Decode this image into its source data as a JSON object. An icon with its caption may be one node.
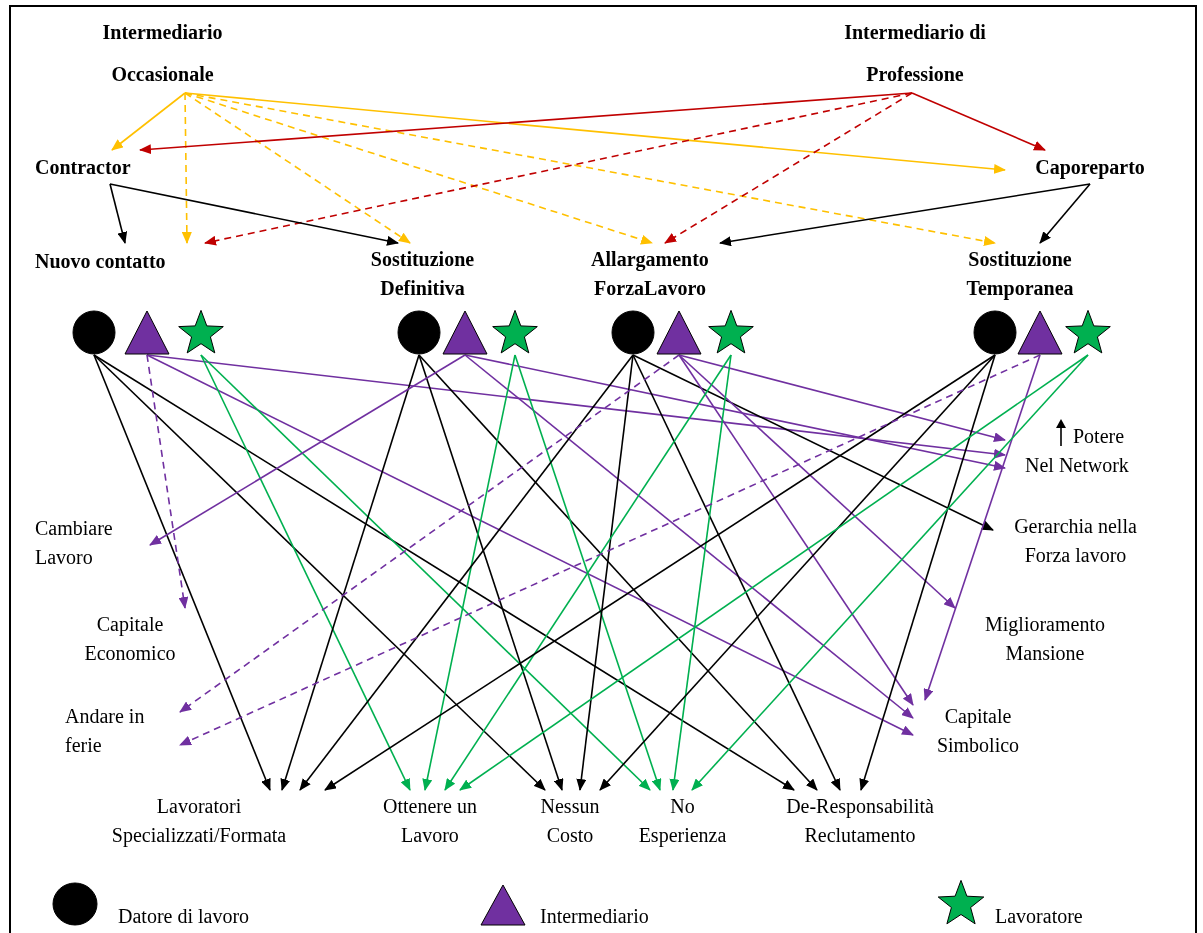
{
  "diagram": {
    "nodes": [
      {
        "text": [
          "Intermediario Occasionale"
        ]
      },
      {
        "text": [
          "Intermediario di Professione"
        ]
      },
      {
        "text": [
          "Contractor"
        ]
      },
      {
        "text": [
          "Caporeparto"
        ]
      },
      {
        "text": [
          "Nuovo contatto"
        ]
      },
      {
        "text": [
          "Sostituzione Definitiva"
        ]
      },
      {
        "text": [
          "Allargamento ForzaLavoro"
        ]
      },
      {
        "text": [
          "Sostituzione Temporanea"
        ]
      },
      {
        "text": [],
        "shape": "circle"
      },
      {
        "text": [],
        "shape": "triangle"
      },
      {
        "text": [],
        "shape": "star"
      },
      {
        "text": [],
        "shape": "circle"
      },
      {
        "text": [],
        "shape": "triangle"
      },
      {
        "text": [],
        "shape": "star"
      },
      {
        "text": [],
        "shape": "circle"
      },
      {
        "text": [],
        "shape": "triangle"
      },
      {
        "text": [],
        "shape": "star"
      },
      {
        "text": [],
        "shape": "circle"
      },
      {
        "text": [],
        "shape": "triangle"
      },
      {
        "text": [],
        "shape": "star"
      },
      {
        "text": [
          "Potere",
          "Nel Network"
        ]
      },
      {
        "text": [
          "Cambiare Lavoro"
        ]
      },
      {
        "text": [
          "Gerarchia nella Forza lavoro"
        ]
      },
      {
        "text": [
          "Capitale Economico"
        ]
      },
      {
        "text": [
          "Miglioramento Mansione"
        ]
      },
      {
        "text": [
          "Andare in ferie"
        ]
      },
      {
        "text": [
          "Capitale Simbolico"
        ]
      },
      {
        "text": [
          "Lavoratori Specializzati/Formata"
        ]
      },
      {
        "text": [
          "Ottenere un Lavoro"
        ]
      },
      {
        "text": [
          "Nessun Costo"
        ]
      },
      {
        "text": [
          "No Esperienza"
        ]
      },
      {
        "text": [
          "De-Responsabilità Reclutamento"
        ]
      }
    ],
    "edges": [
      {
        "from": 0,
        "to": 2,
        "arrow": "to",
        "color": "#ffc000"
      },
      {
        "from": 0,
        "to": 4,
        "arrow": "to",
        "color": "#ffc000",
        "style": "dashed"
      },
      {
        "from": 0,
        "to": 5,
        "arrow": "to",
        "color": "#ffc000",
        "style": "dashed"
      },
      {
        "from": 0,
        "to": 6,
        "arrow": "to",
        "color": "#ffc000",
        "style": "dashed"
      },
      {
        "from": 0,
        "to": 7,
        "arrow": "to",
        "color": "#ffc000",
        "style": "dashed"
      },
      {
        "from": 0,
        "to": 3,
        "arrow": "to",
        "color": "#ffc000"
      },
      {
        "from": 1,
        "to": 2,
        "arrow": "to",
        "color": "#c00000"
      },
      {
        "from": 1,
        "to": 3,
        "arrow": "to",
        "color": "#c00000"
      },
      {
        "from": 1,
        "to": 4,
        "arrow": "to",
        "color": "#c00000",
        "style": "dashed"
      },
      {
        "from": 1,
        "to": 6,
        "arrow": "to",
        "color": "#c00000",
        "style": "dashed"
      },
      {
        "from": 2,
        "to": 4,
        "arrow": "to"
      },
      {
        "from": 2,
        "to": 5,
        "arrow": "to"
      },
      {
        "from": 3,
        "to": 6,
        "arrow": "to"
      },
      {
        "from": 3,
        "to": 7,
        "arrow": "to"
      },
      {
        "from": 8,
        "to": 27,
        "arrow": "to"
      },
      {
        "from": 8,
        "to": 29,
        "arrow": "to"
      },
      {
        "from": 8,
        "to": 31,
        "arrow": "to"
      },
      {
        "from": 9,
        "to": 23,
        "arrow": "to",
        "color": "#7030a0",
        "style": "dashed"
      },
      {
        "from": 9,
        "to": 20,
        "arrow": "to",
        "color": "#7030a0"
      },
      {
        "from": 9,
        "to": 26,
        "arrow": "to",
        "color": "#7030a0"
      },
      {
        "from": 10,
        "to": 28,
        "arrow": "to",
        "color": "#00b050"
      },
      {
        "from": 10,
        "to": 30,
        "arrow": "to",
        "color": "#00b050"
      },
      {
        "from": 11,
        "to": 27,
        "arrow": "to"
      },
      {
        "from": 11,
        "to": 29,
        "arrow": "to"
      },
      {
        "from": 11,
        "to": 31,
        "arrow": "to"
      },
      {
        "from": 12,
        "to": 21,
        "arrow": "to",
        "color": "#7030a0"
      },
      {
        "from": 12,
        "to": 20,
        "arrow": "to",
        "color": "#7030a0"
      },
      {
        "from": 12,
        "to": 26,
        "arrow": "to",
        "color": "#7030a0"
      },
      {
        "from": 13,
        "to": 28,
        "arrow": "to",
        "color": "#00b050"
      },
      {
        "from": 13,
        "to": 30,
        "arrow": "to",
        "color": "#00b050"
      },
      {
        "from": 14,
        "to": 27,
        "arrow": "to"
      },
      {
        "from": 14,
        "to": 29,
        "arrow": "to"
      },
      {
        "from": 14,
        "to": 31,
        "arrow": "to"
      },
      {
        "from": 14,
        "to": 22,
        "arrow": "to"
      },
      {
        "from": 15,
        "to": 25,
        "arrow": "to",
        "color": "#7030a0",
        "style": "dashed"
      },
      {
        "from": 15,
        "to": 24,
        "arrow": "to",
        "color": "#7030a0"
      },
      {
        "from": 15,
        "to": 26,
        "arrow": "to",
        "color": "#7030a0"
      },
      {
        "from": 15,
        "to": 20,
        "arrow": "to",
        "color": "#7030a0"
      },
      {
        "from": 16,
        "to": 28,
        "arrow": "to",
        "color": "#00b050"
      },
      {
        "from": 16,
        "to": 30,
        "arrow": "to",
        "color": "#00b050"
      },
      {
        "from": 17,
        "to": 27,
        "arrow": "to"
      },
      {
        "from": 17,
        "to": 29,
        "arrow": "to"
      },
      {
        "from": 17,
        "to": 31,
        "arrow": "to"
      },
      {
        "from": 18,
        "to": 25,
        "arrow": "to",
        "color": "#7030a0",
        "style": "dashed"
      },
      {
        "from": 18,
        "to": 26,
        "arrow": "to",
        "color": "#7030a0"
      },
      {
        "from": 19,
        "to": 28,
        "arrow": "to",
        "color": "#00b050"
      },
      {
        "from": 19,
        "to": 30,
        "arrow": "to",
        "color": "#00b050"
      }
    ],
    "legend": [
      {
        "text": "Datore di lavoro"
      },
      {
        "text": "Intermediario"
      },
      {
        "text": "Lavoratore"
      }
    ]
  }
}
